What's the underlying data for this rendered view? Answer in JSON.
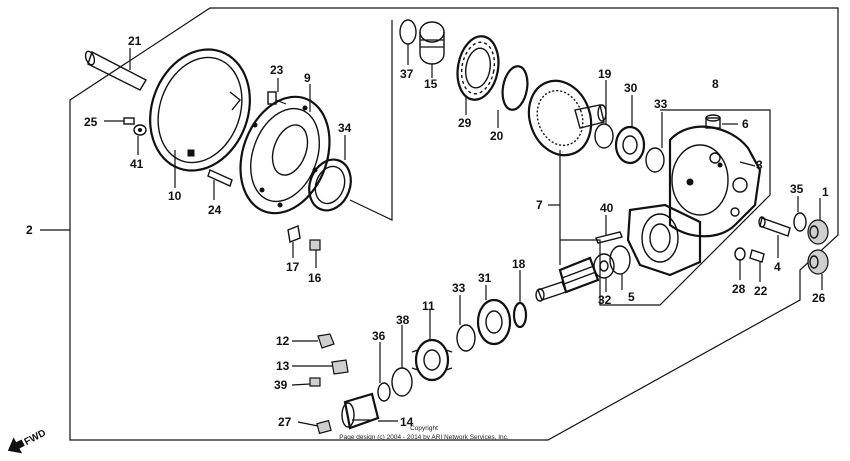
{
  "diagram": {
    "labels": {
      "p1": "1",
      "p2": "2",
      "p3": "3",
      "p4": "4",
      "p5": "5",
      "p6": "6",
      "p7": "7",
      "p8": "8",
      "p9": "9",
      "p10": "10",
      "p11": "11",
      "p12": "12",
      "p13": "13",
      "p14": "14",
      "p15": "15",
      "p16": "16",
      "p17": "17",
      "p18": "18",
      "p19": "19",
      "p20": "20",
      "p21": "21",
      "p22": "22",
      "p23": "23",
      "p24": "24",
      "p25": "25",
      "p26": "26",
      "p27": "27",
      "p28": "28",
      "p29": "29",
      "p30": "30",
      "p31": "31",
      "p32": "32",
      "p33a": "33",
      "p33b": "33",
      "p34": "34",
      "p35": "35",
      "p36": "36",
      "p37": "37",
      "p38": "38",
      "p39": "39",
      "p40": "40",
      "p41": "41"
    },
    "fwd": "FWD",
    "copyright_1": "Copyright",
    "copyright_2": "Page design (c) 2004 - 2014 by ARI Network Services, Inc."
  }
}
